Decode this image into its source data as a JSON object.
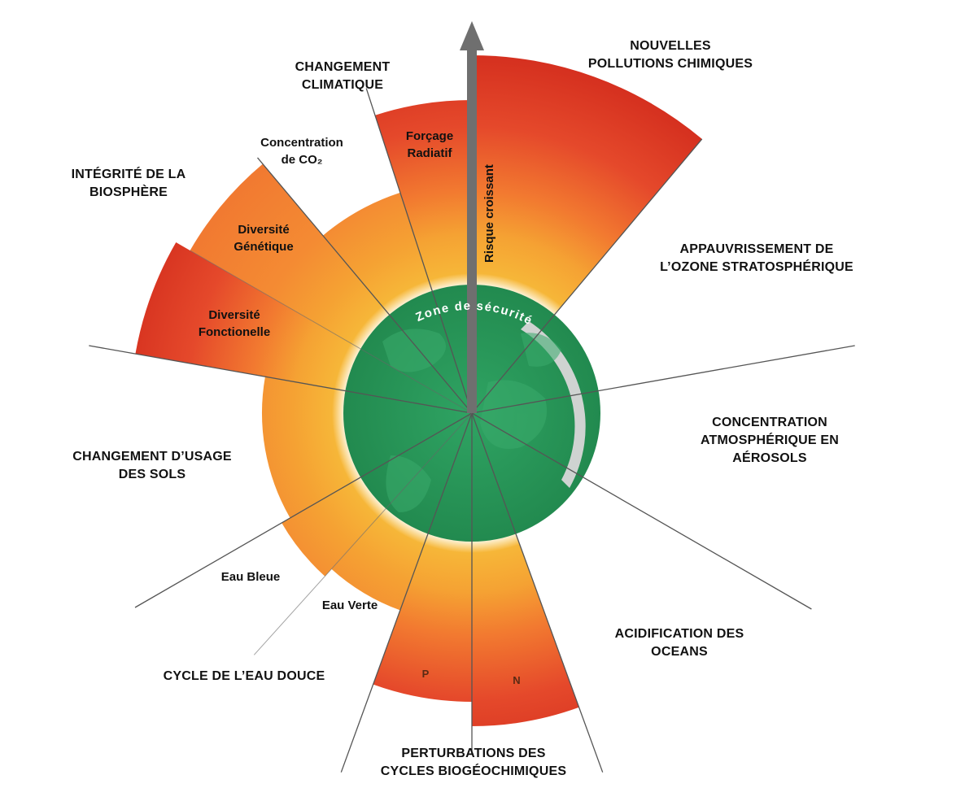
{
  "colors": {
    "safe_zone": "#2a9d5c",
    "safe_zone_dark": "#1e7a45",
    "land": "#3aa86a",
    "yellow": "#f6b733",
    "orange": "#f58b33",
    "red": "#e0402a",
    "dark_red": "#cc2e1f",
    "axis": "#555555"
  },
  "center": {
    "safe_zone_label": "Zone de sécurité",
    "risk_axis_label": "Risque croissant"
  },
  "categories": {
    "climate": [
      "CHANGEMENT",
      "CLIMATIQUE"
    ],
    "pollution": [
      "NOUVELLES",
      "POLLUTIONS CHIMIQUES"
    ],
    "ozone": [
      "APPAUVRISSEMENT DE",
      "L’OZONE STRATOSPHÉRIQUE"
    ],
    "aerosols": [
      "CONCENTRATION",
      "ATMOSPHÉRIQUE EN",
      "AÉROSOLS"
    ],
    "oceans": [
      "ACIDIFICATION DES",
      "OCEANS"
    ],
    "biogeo": [
      "PERTURBATIONS DES",
      "CYCLES BIOGÉOCHIMIQUES"
    ],
    "freshwater": [
      "CYCLE DE L’EAU DOUCE"
    ],
    "land_use": [
      "CHANGEMENT D’USAGE",
      "DES SOLS"
    ],
    "biosphere": [
      "INTÉGRITÉ DE LA",
      "BIOSPHÈRE"
    ]
  },
  "sublabels": {
    "co2": [
      "Concentration",
      "de CO₂"
    ],
    "forcing": [
      "Forçage",
      "Radiatif"
    ],
    "genetic": [
      "Diversité",
      "Génétique"
    ],
    "functional": [
      "Diversité",
      "Fonctionelle"
    ],
    "blue_water": "Eau Bleue",
    "green_water": "Eau Verte",
    "phosphorus": "P",
    "nitrogen": "N"
  }
}
